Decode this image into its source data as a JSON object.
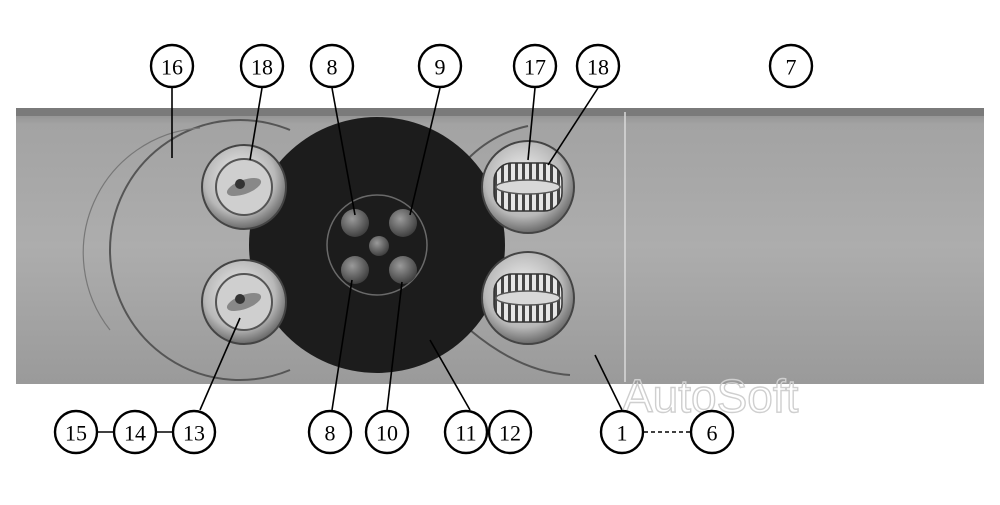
{
  "callouts": {
    "c16": "16",
    "c18a": "18",
    "c8a": "8",
    "c9": "9",
    "c17": "17",
    "c18b": "18",
    "c7": "7",
    "c15": "15",
    "c14": "14",
    "c13": "13",
    "c8b": "8",
    "c10": "10",
    "c11": "11",
    "c12": "12",
    "c1": "1",
    "c6": "6"
  },
  "watermark": "AutoSoft",
  "colors": {
    "panel": "#a8a8a8",
    "panel_dark": "#8c8c8c",
    "center_disc": "#1c1c1c",
    "vent": "#d6d6d6"
  }
}
